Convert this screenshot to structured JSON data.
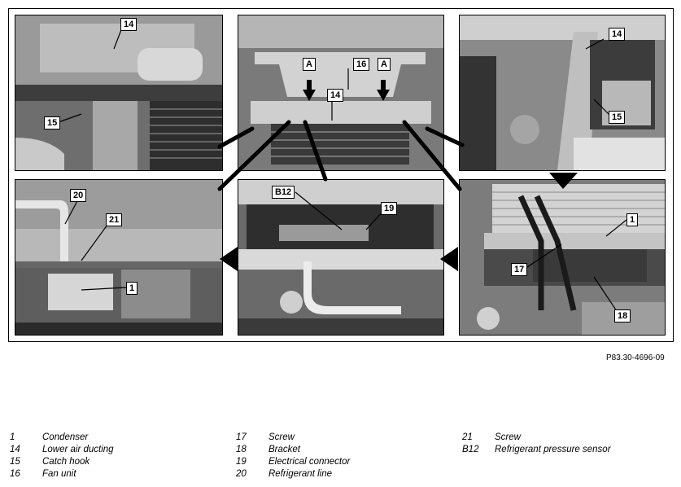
{
  "callouts": {
    "p1": [
      "14",
      "15"
    ],
    "p2": [
      "A",
      "16",
      "A",
      "14"
    ],
    "p3": [
      "14",
      "15"
    ],
    "p4": [
      "20",
      "21",
      "1"
    ],
    "p5": [
      "B12",
      "19"
    ],
    "p6": [
      "1",
      "17",
      "18"
    ]
  },
  "reference": "P83.30-4696-09",
  "legend": [
    {
      "num": "1",
      "text": "Condenser"
    },
    {
      "num": "14",
      "text": "Lower air ducting"
    },
    {
      "num": "15",
      "text": "Catch hook"
    },
    {
      "num": "16",
      "text": "Fan unit"
    },
    {
      "num": "17",
      "text": "Screw"
    },
    {
      "num": "18",
      "text": "Bracket"
    },
    {
      "num": "19",
      "text": "Electrical connector"
    },
    {
      "num": "20",
      "text": "Refrigerant line"
    },
    {
      "num": "21",
      "text": "Screw"
    },
    {
      "num": "B12",
      "text": "Refrigerant pressure sensor"
    }
  ],
  "colors": {
    "photo_dark": "#4a4a4a",
    "photo_mid": "#8c8c8c",
    "photo_light": "#d4d4d4"
  }
}
